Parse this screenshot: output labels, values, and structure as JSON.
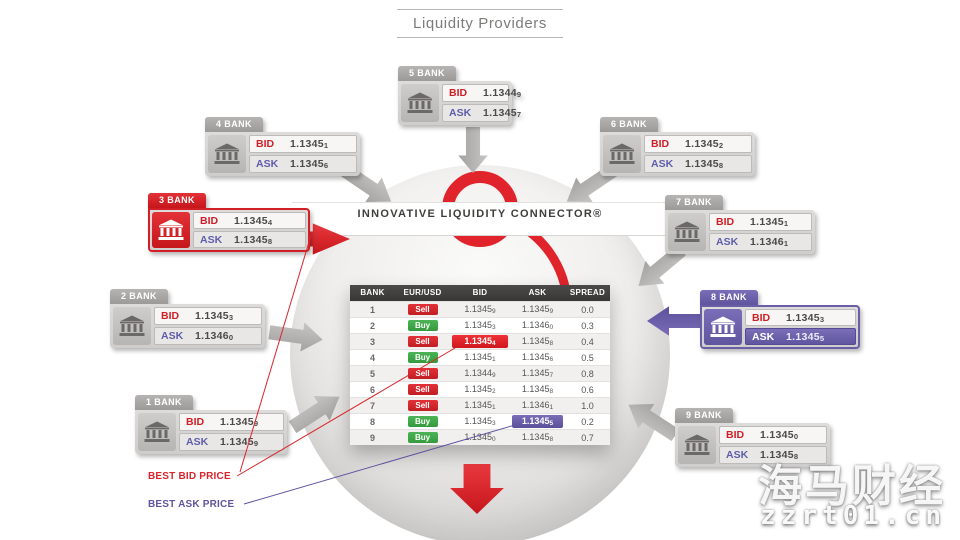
{
  "title": "Liquidity Providers",
  "connector_label": "INNOVATIVE LIQUIDITY CONNECTOR®",
  "labels": {
    "bid": "BID",
    "ask": "ASK",
    "best_bid": "BEST BID PRICE",
    "best_ask": "BEST ASK PRICE"
  },
  "banks": [
    {
      "name": "1 BANK",
      "bid": "1.13459",
      "ask": "1.13459"
    },
    {
      "name": "2 BANK",
      "bid": "1.13453",
      "ask": "1.13460"
    },
    {
      "name": "3 BANK",
      "bid": "1.13454",
      "ask": "1.13458",
      "highlight": "red"
    },
    {
      "name": "4 BANK",
      "bid": "1.13451",
      "ask": "1.13456"
    },
    {
      "name": "5 BANK",
      "bid": "1.13449",
      "ask": "1.13457"
    },
    {
      "name": "6 BANK",
      "bid": "1.13452",
      "ask": "1.13458"
    },
    {
      "name": "7 BANK",
      "bid": "1.13451",
      "ask": "1.13461"
    },
    {
      "name": "8 BANK",
      "bid": "1.13453",
      "ask": "1.13455",
      "highlight": "purple"
    },
    {
      "name": "9 BANK",
      "bid": "1.13450",
      "ask": "1.13458"
    }
  ],
  "table": {
    "headers": [
      "BANK",
      "EUR/USD",
      "BID",
      "ASK",
      "SPREAD"
    ],
    "rows": [
      {
        "bank": "1",
        "side": "Sell",
        "bid": "1.13459",
        "ask": "1.13459",
        "spread": "0.0"
      },
      {
        "bank": "2",
        "side": "Buy",
        "bid": "1.13453",
        "ask": "1.13460",
        "spread": "0.3"
      },
      {
        "bank": "3",
        "side": "Sell",
        "bid": "1.13454",
        "ask": "1.13458",
        "spread": "0.4"
      },
      {
        "bank": "4",
        "side": "Buy",
        "bid": "1.13451",
        "ask": "1.13456",
        "spread": "0.5"
      },
      {
        "bank": "5",
        "side": "Sell",
        "bid": "1.13449",
        "ask": "1.13457",
        "spread": "0.8"
      },
      {
        "bank": "6",
        "side": "Sell",
        "bid": "1.13452",
        "ask": "1.13458",
        "spread": "0.6"
      },
      {
        "bank": "7",
        "side": "Sell",
        "bid": "1.13451",
        "ask": "1.13461",
        "spread": "1.0"
      },
      {
        "bank": "8",
        "side": "Buy",
        "bid": "1.13453",
        "ask": "1.13455",
        "spread": "0.2"
      },
      {
        "bank": "9",
        "side": "Buy",
        "bid": "1.13450",
        "ask": "1.13458",
        "spread": "0.7"
      }
    ]
  },
  "watermark": {
    "line1": "海马财经",
    "line2": "zzrt01.cn"
  },
  "icons": {
    "bank": "bank-building-icon",
    "arrow": "arrow-icon",
    "ring": "connector-ring-icon"
  },
  "colors": {
    "accent_red": "#e1232b",
    "accent_purple": "#6a5fa7",
    "sell_red": "#d8252b",
    "buy_green": "#3f9e47",
    "card_gray": "#cfcdcb",
    "table_header": "#3f3e3d"
  }
}
